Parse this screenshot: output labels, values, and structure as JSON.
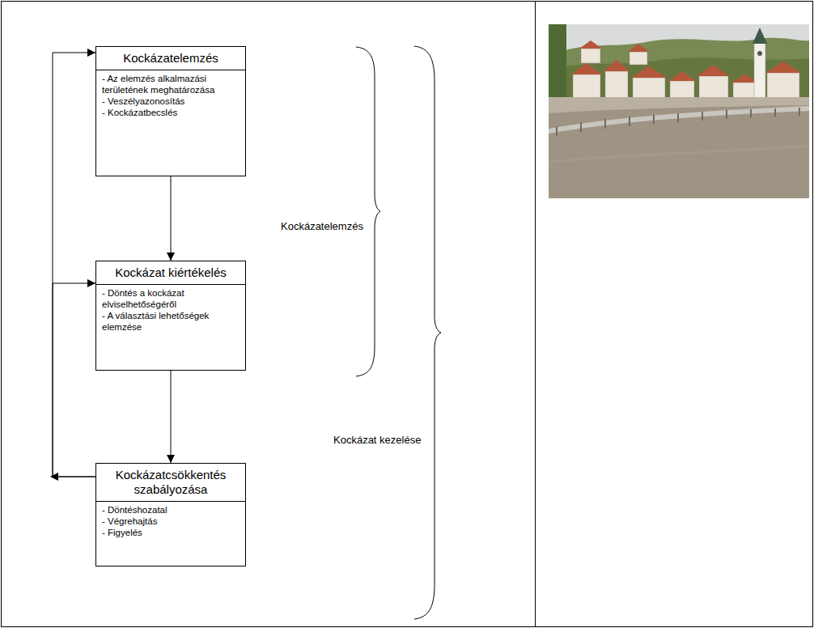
{
  "diagram": {
    "nodes": [
      {
        "text": [
          "Kockázatelemzés",
          "- Az elemzés alkalmazási területének meghatározása",
          "- Veszélyazonosítás",
          "- Kockázatbecslés"
        ]
      },
      {
        "text": [
          "Kockázat kiértékelés",
          "- Döntés a kockázat elviselhetőségéről",
          "- A választási lehetőségek elemzése"
        ]
      },
      {
        "text": [
          "Kockázatcsökkentés szabályozása",
          "- Döntéshozatal",
          "- Végrehajtás",
          "- Figyelés"
        ]
      }
    ],
    "edges": [
      {
        "from": 0,
        "to": 1,
        "arrow": "to"
      },
      {
        "from": 1,
        "to": 2,
        "arrow": "to"
      },
      {
        "from": 2,
        "to": 0,
        "arrow": "to"
      },
      {
        "from": 2,
        "to": 1,
        "arrow": "to"
      }
    ],
    "labels": [
      "Kockázatelemzés",
      "Kockázat kezelése"
    ]
  }
}
